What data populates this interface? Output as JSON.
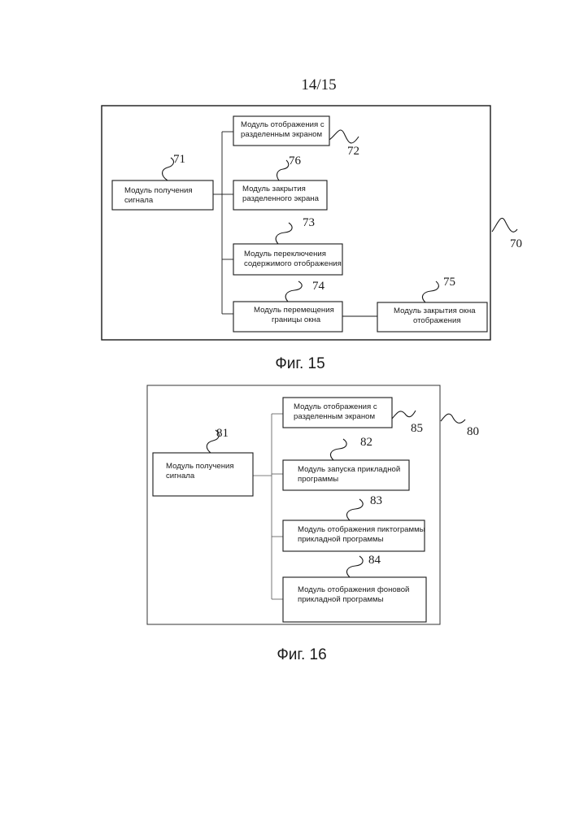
{
  "page_number": "14/15",
  "fig15": {
    "caption": "Фиг. 15",
    "frame_ref": "70",
    "modules": {
      "m71": {
        "ref": "71",
        "line1": "Модуль получения",
        "line2": "сигнала"
      },
      "m72": {
        "ref": "72",
        "line1": "Модуль отображения с",
        "line2": "разделенным экраном"
      },
      "m76": {
        "ref": "76",
        "line1": "Модуль закрытия",
        "line2": "разделенного экрана"
      },
      "m73": {
        "ref": "73",
        "line1": "Модуль переключения",
        "line2": "содержимого отображения"
      },
      "m74": {
        "ref": "74",
        "line1": "Модуль перемещения",
        "line2": "границы окна"
      },
      "m75": {
        "ref": "75",
        "line1": "Модуль закрытия окна",
        "line2": "отображения"
      }
    }
  },
  "fig16": {
    "caption": "Фиг. 16",
    "frame_ref": "80",
    "modules": {
      "m81": {
        "ref": "81",
        "line1": "Модуль получения",
        "line2": "сигнала"
      },
      "m85": {
        "ref": "85",
        "line1": "Модуль отображения с",
        "line2": "разделенным экраном"
      },
      "m82": {
        "ref": "82",
        "line1": "Модуль запуска прикладной",
        "line2": "программы"
      },
      "m83": {
        "ref": "83",
        "line1": "Модуль отображения пиктограммы",
        "line2": "прикладной программы"
      },
      "m84": {
        "ref": "84",
        "line1": "Модуль отображения фоновой",
        "line2": "прикладной программы"
      }
    }
  }
}
